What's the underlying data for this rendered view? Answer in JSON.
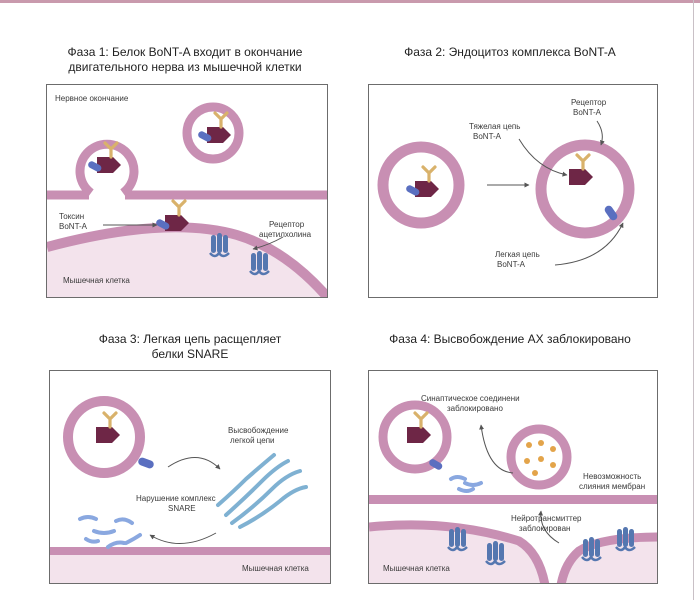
{
  "phases": [
    {
      "title_line1": "Фаза 1: Белок BoNT-A входит в окончание",
      "title_line2": "двигательного нерва из мышечной клетки",
      "nerve_label": "Нервное окончание",
      "toxin_label_1": "Токсин",
      "toxin_label_2": "BoNT-A",
      "receptor_label_1": "Рецептор",
      "receptor_label_2": "ацетилхолина",
      "muscle_label": "Мышечная клетка"
    },
    {
      "title": "Фаза 2: Эндоцитоз комплекса BoNT-A",
      "receptor_label_1": "Рецептор",
      "receptor_label_2": "BoNT-A",
      "heavy_label_1": "Тяжелая цепь",
      "heavy_label_2": "BoNT-A",
      "light_label_1": "Легкая цепь",
      "light_label_2": "BoNT-A"
    },
    {
      "title_line1": "Фаза 3: Легкая цепь расщепляет",
      "title_line2": "белки SNARE",
      "release_label_1": "Высвобождение",
      "release_label_2": "легкой цепи",
      "snare_label_1": "Нарушение комплекс",
      "snare_label_2": "SNARE",
      "muscle_label": "Мышечная клетка"
    },
    {
      "title": "Фаза 4: Высвобождение АХ заблокировано",
      "synapse_label_1": "Синаптическое соединени",
      "synapse_label_2": "заблокировано",
      "fusion_label_1": "Невозможность",
      "fusion_label_2": "слияния мембран",
      "nt_label_1": "Нейротрансмиттер",
      "nt_label_2": "заблокирован",
      "muscle_label": "Мышечная клетка"
    }
  ],
  "colors": {
    "membrane": "#c88fb3",
    "membrane_light": "#f3e3ec",
    "toxin_body": "#6e2646",
    "toxin_light_chain": "#5a6fc0",
    "receptor": "#d9b26b",
    "acetylcholine_receptor": "#5577b0",
    "snare": "#7fb1d2",
    "vesicle_dots": "#e3a44a",
    "panel_border": "#6c6c6c"
  },
  "icons": [
    "toxin-icon",
    "receptor-icon",
    "acetylcholine-receptor-icon",
    "snare-protein-icon",
    "arrow-icon"
  ]
}
